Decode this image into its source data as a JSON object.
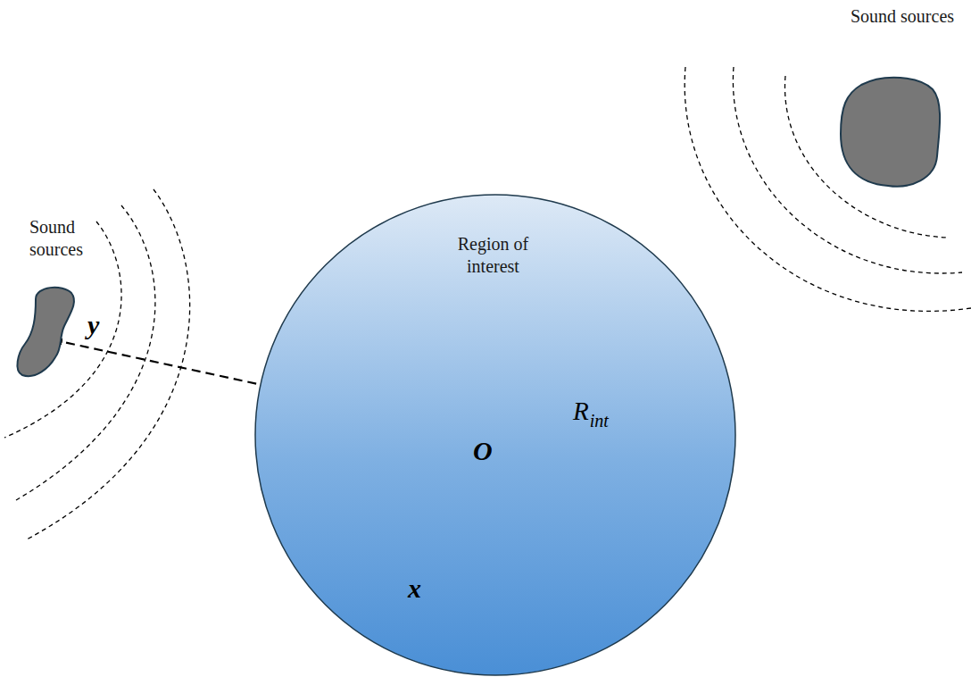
{
  "diagram": {
    "nodes": [
      {
        "text": [
          "Sound sources"
        ]
      },
      {
        "text": [
          "Region of interest"
        ]
      },
      {
        "text": [
          "Sound sources"
        ]
      }
    ],
    "labels": [
      "y",
      "O",
      "x",
      "R",
      "int"
    ]
  }
}
